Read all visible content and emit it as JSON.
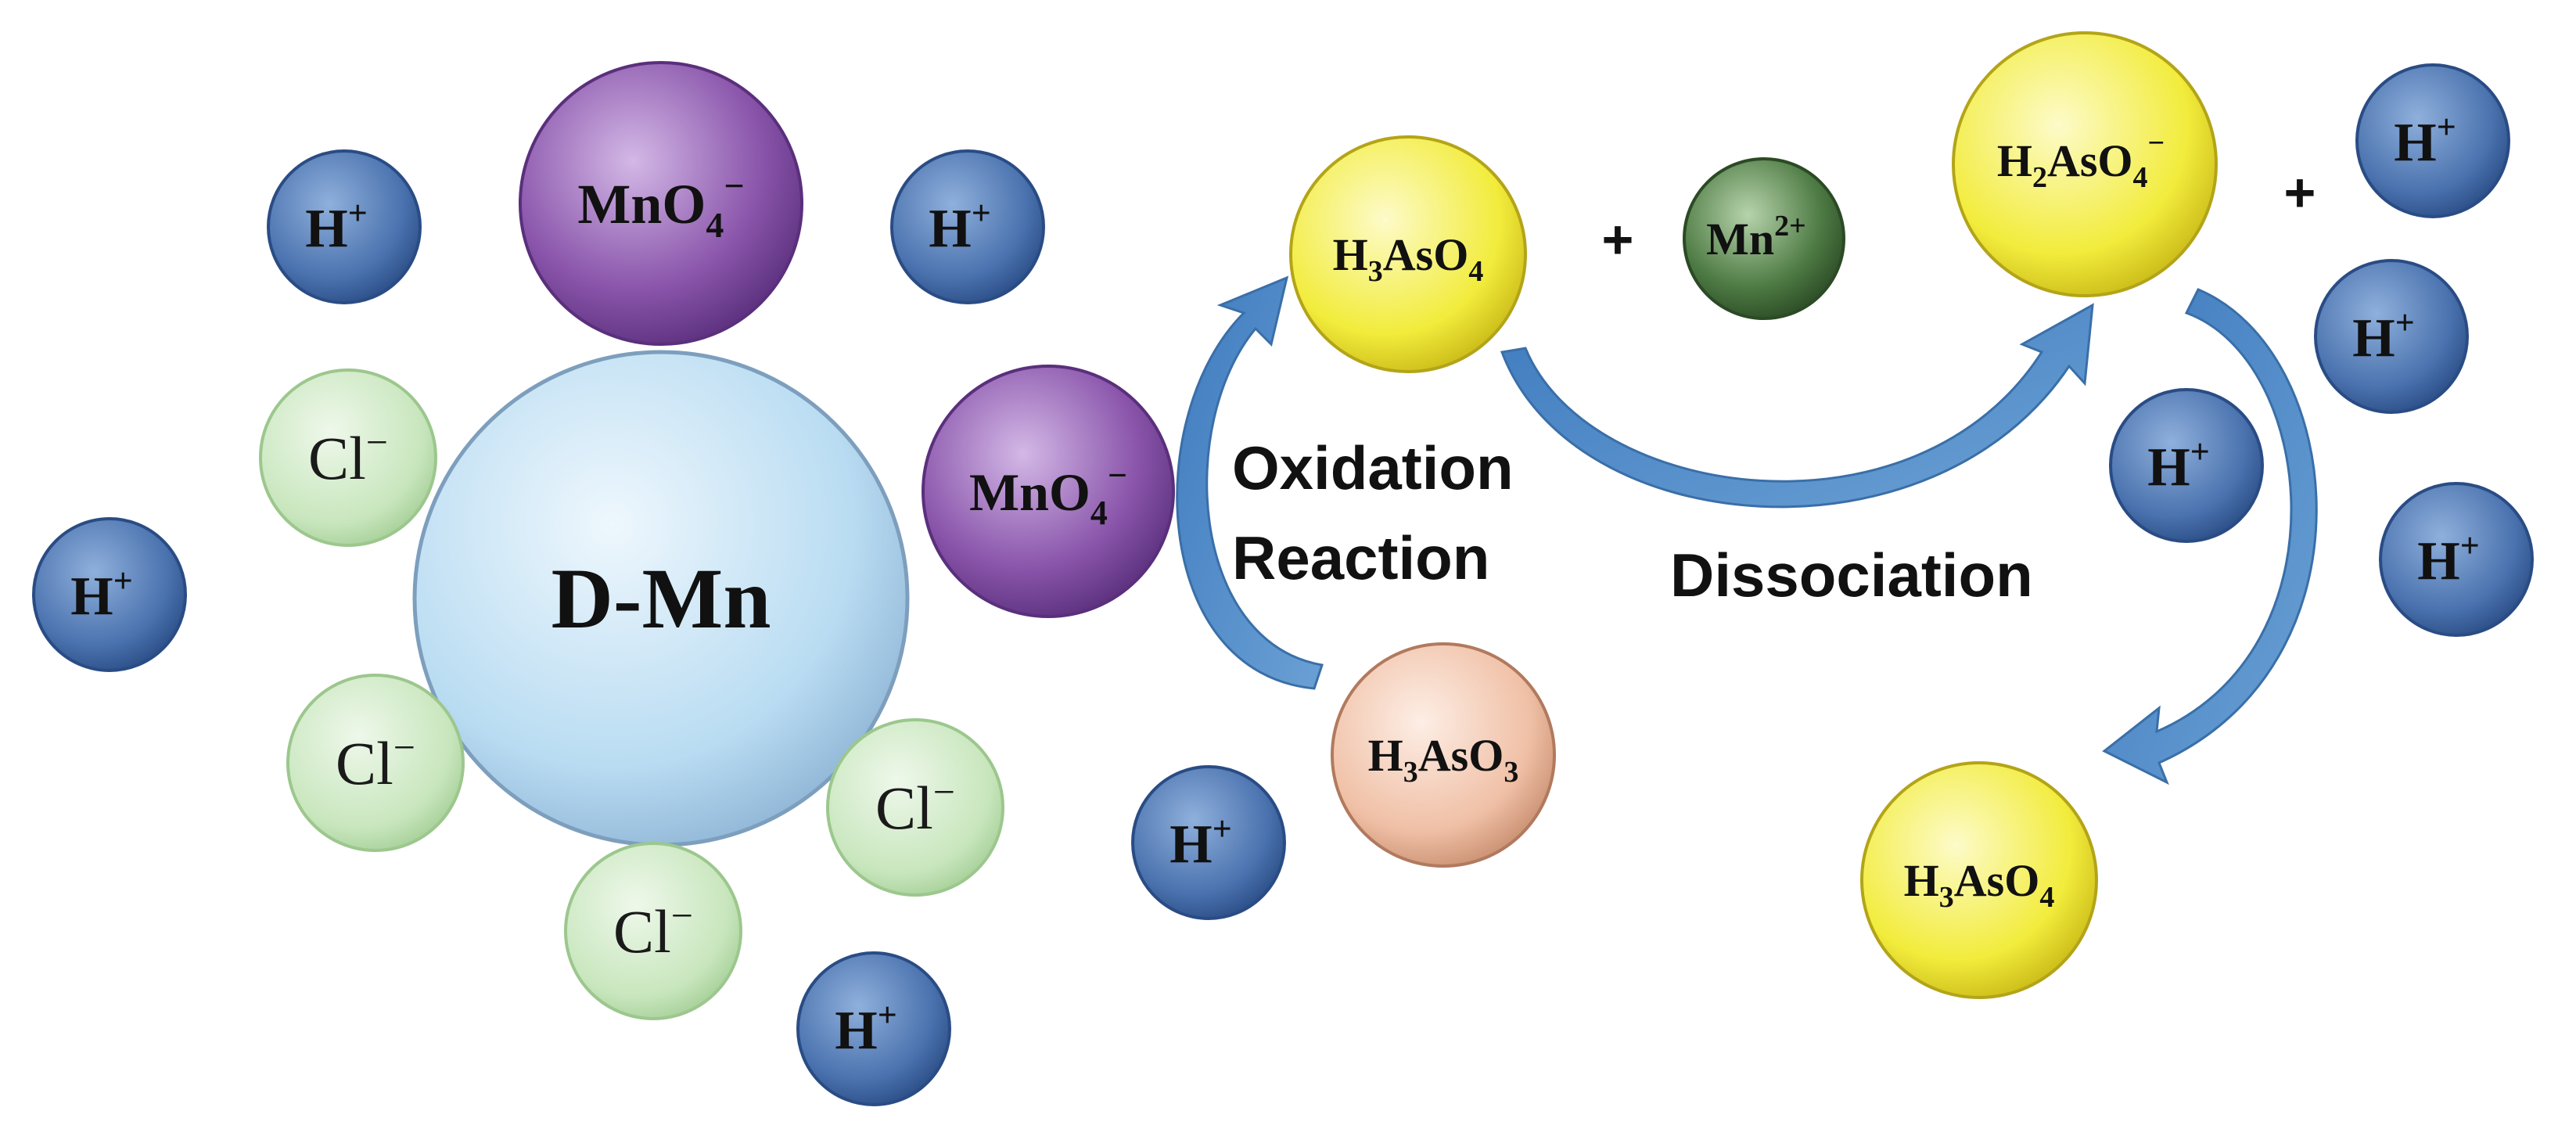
{
  "center": {
    "label": "D-Mn"
  },
  "chloride": {
    "label": "Cl",
    "sup": "−"
  },
  "proton": {
    "label": "H",
    "sup": "+"
  },
  "permanganate": {
    "pre": "MnO",
    "sub": "4",
    "sup": "−"
  },
  "arsenite": {
    "a": "H",
    "s1": "3",
    "b": "AsO",
    "s2": "3"
  },
  "arsenate": {
    "a": "H",
    "s1": "3",
    "b": "AsO",
    "s2": "4"
  },
  "dihydrogen_arsenate": {
    "a": "H",
    "s1": "2",
    "b": "AsO",
    "s2": "4",
    "sup": "−"
  },
  "manganese": {
    "label": "Mn",
    "sup": "2+"
  },
  "steps": {
    "oxidation_line1": "Oxidation",
    "oxidation_line2": "Reaction",
    "dissociation": "Dissociation"
  },
  "plus_sign": "+",
  "colors": {
    "center": "#b9dcf2",
    "chloride": "#c8e6bd",
    "proton": "#4a72ae",
    "permanganate": "#7e4a9c",
    "arsenite": "#f0c0a6",
    "arsenate": "#f2ec3c",
    "manganese": "#4e7b44",
    "arrow": "#4a86c0"
  }
}
